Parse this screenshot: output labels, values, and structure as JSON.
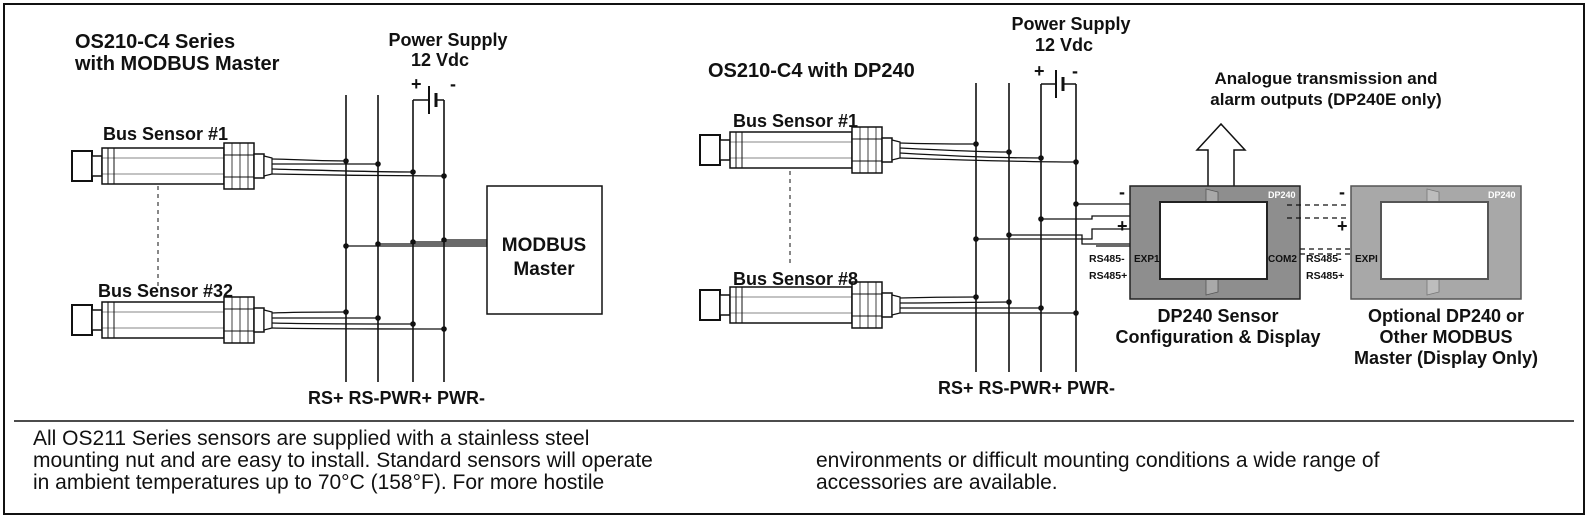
{
  "left_diagram": {
    "title_line1": "OS210-C4 Series",
    "title_line2": "with MODBUS Master",
    "power_supply": "Power Supply",
    "voltage": "12 Vdc",
    "plus": "+",
    "minus": "-",
    "sensor_first": "Bus Sensor #1",
    "sensor_last": "Bus Sensor #32",
    "master_line1": "MODBUS",
    "master_line2": "Master",
    "bus_labels": "RS+ RS-PWR+ PWR-"
  },
  "right_diagram": {
    "title": "OS210-C4 with DP240",
    "power_supply": "Power Supply",
    "voltage": "12 Vdc",
    "plus": "+",
    "minus": "-",
    "outputs_line1": "Analogue transmission and",
    "outputs_line2": "alarm outputs (DP240E only)",
    "sensor_first": "Bus Sensor #1",
    "sensor_last": "Bus Sensor #8",
    "bus_labels": "RS+ RS-PWR+ PWR-",
    "dp240": {
      "badge": "DP240",
      "port_left": "EXP1",
      "port_right": "COM2",
      "term_minus": "-",
      "term_plus": "+",
      "rs485_minus": "RS485-",
      "rs485_plus": "RS485+",
      "caption_line1": "DP240 Sensor",
      "caption_line2": "Configuration & Display"
    },
    "optional": {
      "badge": "DP240",
      "port_left": "EXPI",
      "term_minus": "-",
      "term_plus": "+",
      "rs485_minus": "RS485-",
      "rs485_plus": "RS485+",
      "caption_line1": "Optional DP240 or",
      "caption_line2": "Other MODBUS",
      "caption_line3": "Master (Display Only)"
    }
  },
  "footer": {
    "left_text": "All OS211 Series sensors are supplied with a stainless steel\nmounting nut and are easy to install. Standard sensors will operate\nin ambient temperatures up to 70°C (158°F). For more hostile",
    "right_text": "environments or difficult mounting conditions a wide range of\naccessories are available."
  }
}
